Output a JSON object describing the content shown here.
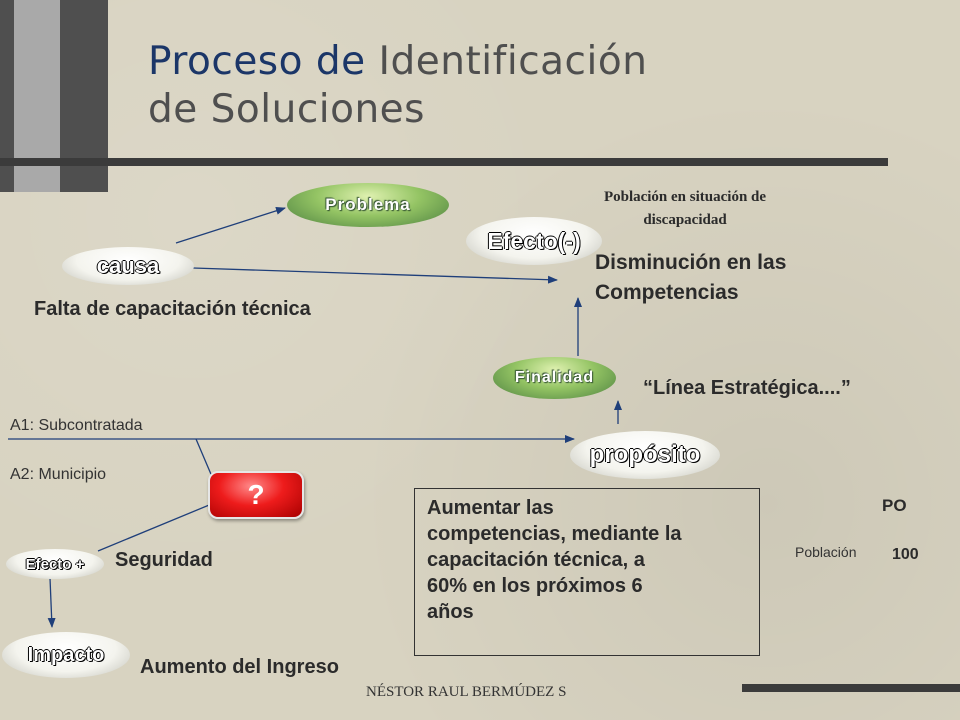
{
  "title": {
    "part1": "Proceso de",
    "part2": "Identificación",
    "line2": "de Soluciones"
  },
  "nodes": {
    "problema": "Problema",
    "causa": "causa",
    "efecto_negativo": "Efecto(-)",
    "finalidad": "Finalidad",
    "proposito": "propósito",
    "unknown": "?",
    "efecto_positivo": "Efecto +",
    "impacto": "Impacto"
  },
  "labels": {
    "poblacion_line1": "Población en situación de",
    "poblacion_line2": "discapacidad",
    "disminucion_line1": "Disminución en las",
    "disminucion_line2": "Competencias",
    "falta": "Falta de capacitación técnica",
    "linea": "“Línea Estratégica....”",
    "a1": "A1: Subcontratada",
    "a2": "A2: Municipio",
    "seguridad": "Seguridad",
    "aumento": "Aumento del Ingreso",
    "po": "PO",
    "poblacion_small": "Población",
    "valor": "100",
    "footer": "NÉSTOR RAUL BERMÚDEZ S"
  },
  "box_text": {
    "line1": "Aumentar las",
    "line2": "competencias, mediante la",
    "line3": "capacitación  técnica, a",
    "line4": "60% en los próximos 6",
    "line5": "años"
  },
  "colors": {
    "background": "#d8d3c1",
    "title_accent": "#1b3668",
    "green_node": "#94c464",
    "red_node": "#ee1c1c"
  }
}
